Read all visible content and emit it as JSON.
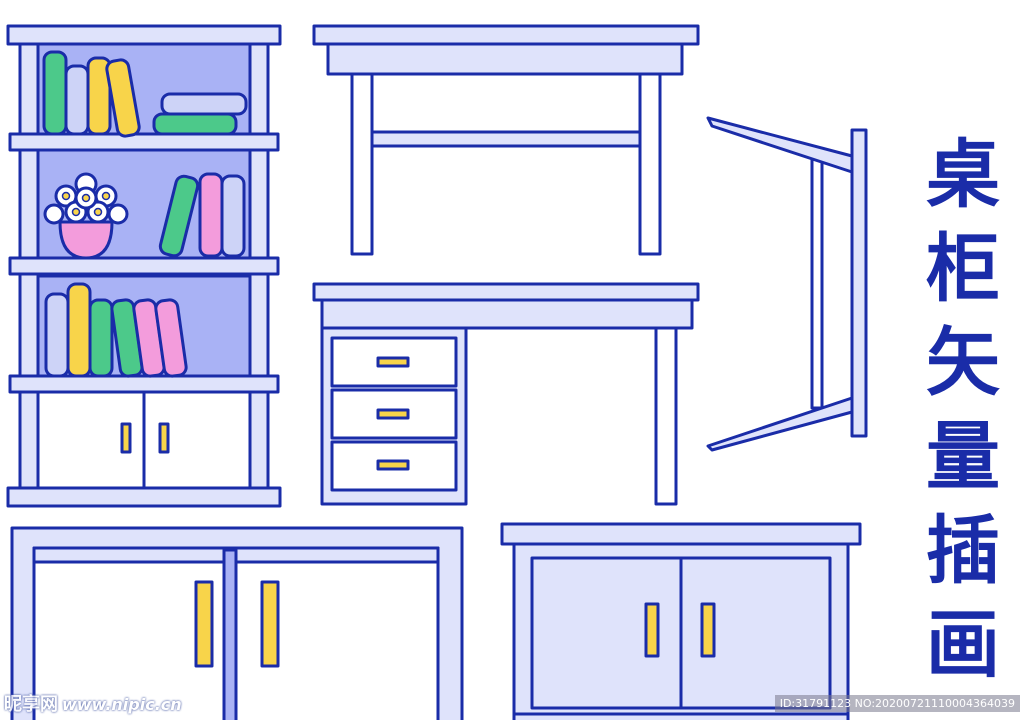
{
  "title_chars": [
    "桌",
    "柜",
    "矢",
    "量",
    "插",
    "画"
  ],
  "watermark": {
    "brand": "昵享网",
    "site": "www.nipic.cn",
    "id_text": "ID:31791123 NO:20200721110004364039"
  },
  "colors": {
    "outline": "#1a2ca8",
    "panel": "#dfe3fb",
    "panel_dark": "#a9b2f5",
    "white": "#ffffff",
    "handle": "#f8d44a",
    "green": "#4cc98a",
    "pink": "#f39cdc",
    "lavender": "#cdd3f7",
    "yellow": "#f8d44a"
  },
  "icons": [
    "bookshelf-icon",
    "table-icon",
    "folding-table-icon",
    "desk-icon",
    "low-cabinet-icon",
    "cabinet-icon",
    "flower-vase-icon"
  ]
}
